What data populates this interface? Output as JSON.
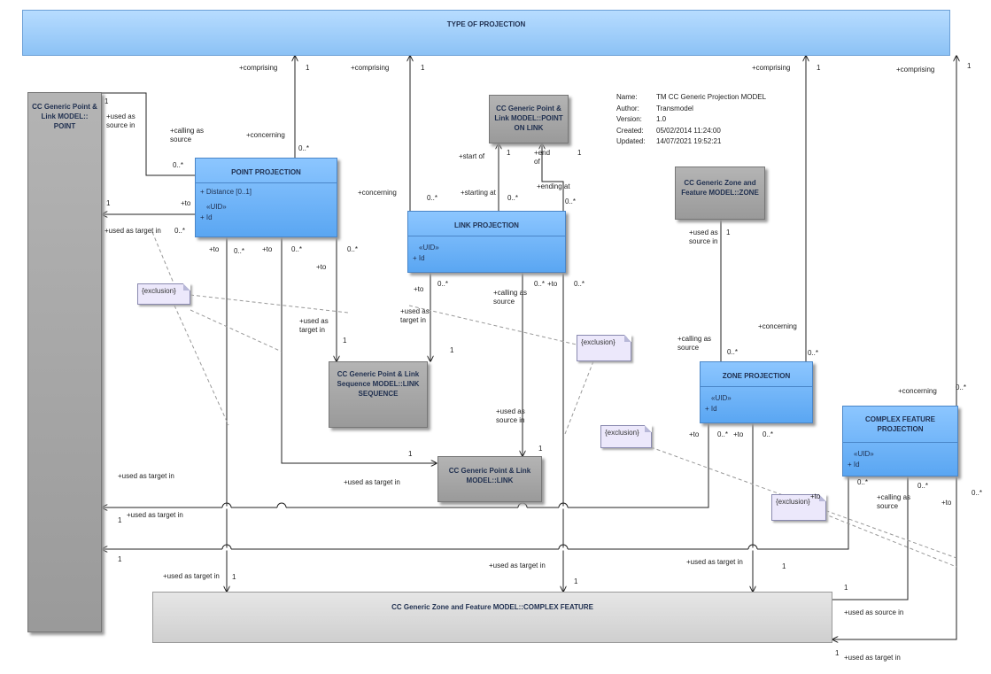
{
  "classes": {
    "type_of_projection": "TYPE OF PROJECTION",
    "point": "CC Generic Point & Link MODEL:: POINT",
    "point_projection": "POINT PROJECTION",
    "point_projection_attr1": "+ Distance [0..1]",
    "uid": "«UID»",
    "id_attr": "+ Id",
    "point_on_link": "CC Generic Point & Link MODEL::POINT ON LINK",
    "link_projection": "LINK PROJECTION",
    "zone": "CC Generic Zone and Feature MODEL::ZONE",
    "link_sequence": "CC Generic Point & Link Sequence MODEL::LINK SEQUENCE",
    "link": "CC Generic Point & Link MODEL::LINK",
    "zone_projection": "ZONE PROJECTION",
    "complex_feature_projection": "COMPLEX FEATURE PROJECTION",
    "complex_feature": "CC Generic Zone and Feature MODEL::COMPLEX FEATURE"
  },
  "info": {
    "name_key": "Name:",
    "name_val": "TM CC Generic Projection MODEL",
    "author_key": "Author:",
    "author_val": "Transmodel",
    "version_key": "Version:",
    "version_val": "1.0",
    "created_key": "Created:",
    "created_val": "05/02/2014 11:24:00",
    "updated_key": "Updated:",
    "updated_val": "14/07/2021 19:52:21"
  },
  "notes": {
    "exclusion": "{exclusion}"
  },
  "labels": {
    "comprising": "+comprising",
    "concerning": "+concerning",
    "one": "1",
    "zero_many": "0..*",
    "used_as_source_in": "+used as source in",
    "calling_as_source": "+calling as source",
    "to": "+to",
    "used_as_target_in": "+used as target in",
    "start_of": "+start of",
    "end_of": "+end of",
    "starting_at": "+starting at",
    "ending_at": "+ending at"
  }
}
